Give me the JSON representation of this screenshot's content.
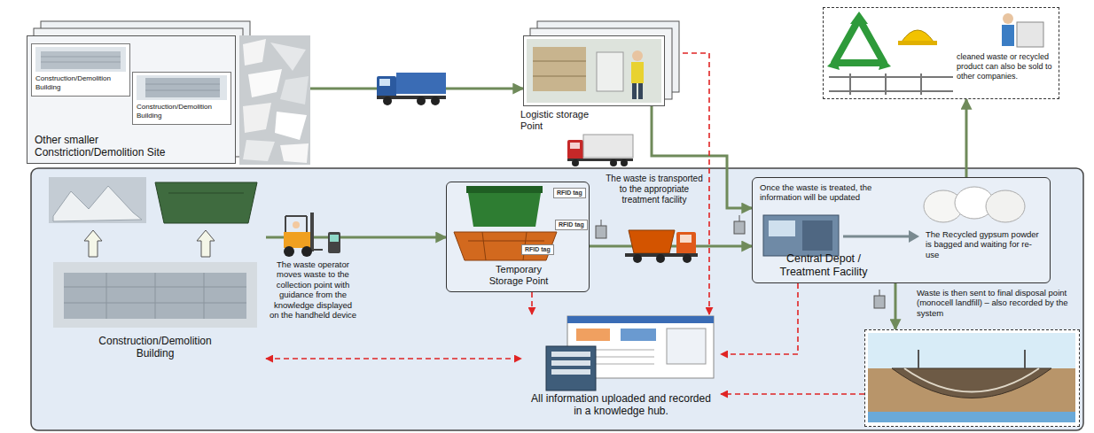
{
  "diagram": {
    "nodes": [
      {
        "text": [
          "Other smaller Constriction/Demolition Site"
        ]
      },
      {
        "text": [
          "Construction/Demolition Building"
        ],
        "in": 0
      },
      {
        "text": [
          "Construction/Demolition Building"
        ],
        "in": 0
      },
      {
        "text": [
          "Logistic storage Point"
        ]
      },
      {
        "text": [
          "cleaned waste or recycled product can also be sold to other companies."
        ]
      },
      {
        "text": [
          "Construction/Demolition Building"
        ]
      },
      {
        "text": [
          "Temporary Storage Point"
        ]
      },
      {
        "text": [
          "RFID tag"
        ],
        "in": 6
      },
      {
        "text": [
          "RFID tag"
        ],
        "in": 6
      },
      {
        "text": [
          "RFID tag"
        ],
        "in": 6
      },
      {
        "text": [
          "Once the waste is treated, the information will be updated",
          "Central Depot / Treatment Facility",
          "The Recycled gypsum powder is bagged and waiting for re-use"
        ]
      },
      {
        "text": [
          "Waste is then sent to final disposal point (monocell landfill) – also recorded by the system"
        ]
      },
      {
        "text": [
          "All information uploaded and recorded in a knowledge hub."
        ]
      }
    ],
    "edges": [
      {
        "from": 0,
        "to": 3,
        "arrow": "to"
      },
      {
        "from": 3,
        "to": 10,
        "arrow": "to"
      },
      {
        "from": 5,
        "to": 6,
        "arrow": "to"
      },
      {
        "from": 6,
        "to": 10,
        "arrow": "to"
      },
      {
        "from": 10,
        "to": 4,
        "arrow": "to"
      },
      {
        "from": 10,
        "to": 11,
        "arrow": "to"
      },
      {
        "from": 3,
        "to": 12,
        "arrow": "to"
      },
      {
        "from": 6,
        "to": 12,
        "arrow": "to"
      },
      {
        "from": 10,
        "to": 12,
        "arrow": "to"
      },
      {
        "from": 11,
        "to": 12,
        "arrow": "to"
      },
      {
        "from": 5,
        "to": 12,
        "arrow": "both"
      }
    ],
    "labels": [
      "The waste operator moves waste to the collection point with guidance from the knowledge displayed on the handheld device",
      "The waste is transported to the appropriate treatment facility"
    ]
  }
}
